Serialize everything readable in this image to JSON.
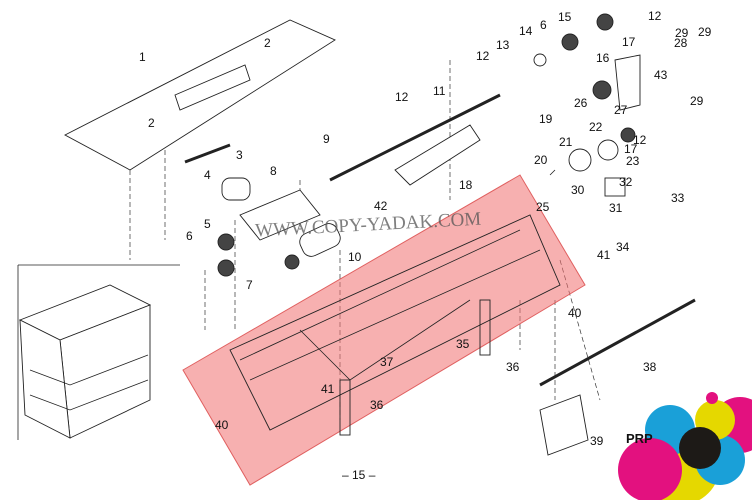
{
  "title": "Exploded parts diagram",
  "watermark": "WWW.COPY-YADAK.COM",
  "page_number": "– 15 –",
  "logo_text": "PRP",
  "highlight_color": "#f07070",
  "callouts": [
    "1",
    "2",
    "2",
    "3",
    "4",
    "5",
    "6",
    "7",
    "8",
    "9",
    "10",
    "11",
    "12",
    "42",
    "18",
    "19",
    "20",
    "21",
    "22",
    "23",
    "12",
    "17",
    "25",
    "30",
    "31",
    "32",
    "33",
    "34",
    "41",
    "40",
    "35",
    "36",
    "37",
    "38",
    "39",
    "36",
    "41",
    "40",
    "12",
    "13",
    "14",
    "6",
    "15",
    "16",
    "17",
    "12",
    "29",
    "28",
    "43",
    "29",
    "26",
    "27",
    "29"
  ]
}
